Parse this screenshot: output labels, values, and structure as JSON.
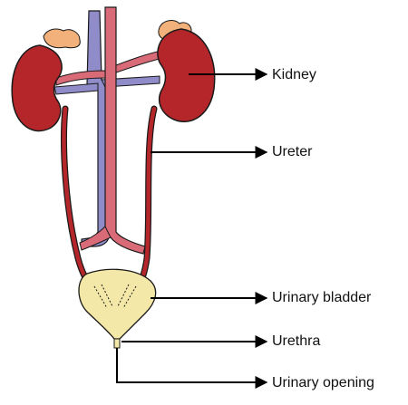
{
  "labels": {
    "kidney": "Kidney",
    "ureter": "Ureter",
    "urinary_bladder": "Urinary bladder",
    "urethra": "Urethra",
    "urinary_opening": "Urinary opening"
  },
  "colors": {
    "kidney": "#b5262b",
    "adrenal_gland": "#f2b17a",
    "artery": "#d96b78",
    "vein": "#8f8cc9",
    "bladder": "#f3e8a8",
    "outline": "#1a1a1a",
    "pointer": "#000000"
  }
}
